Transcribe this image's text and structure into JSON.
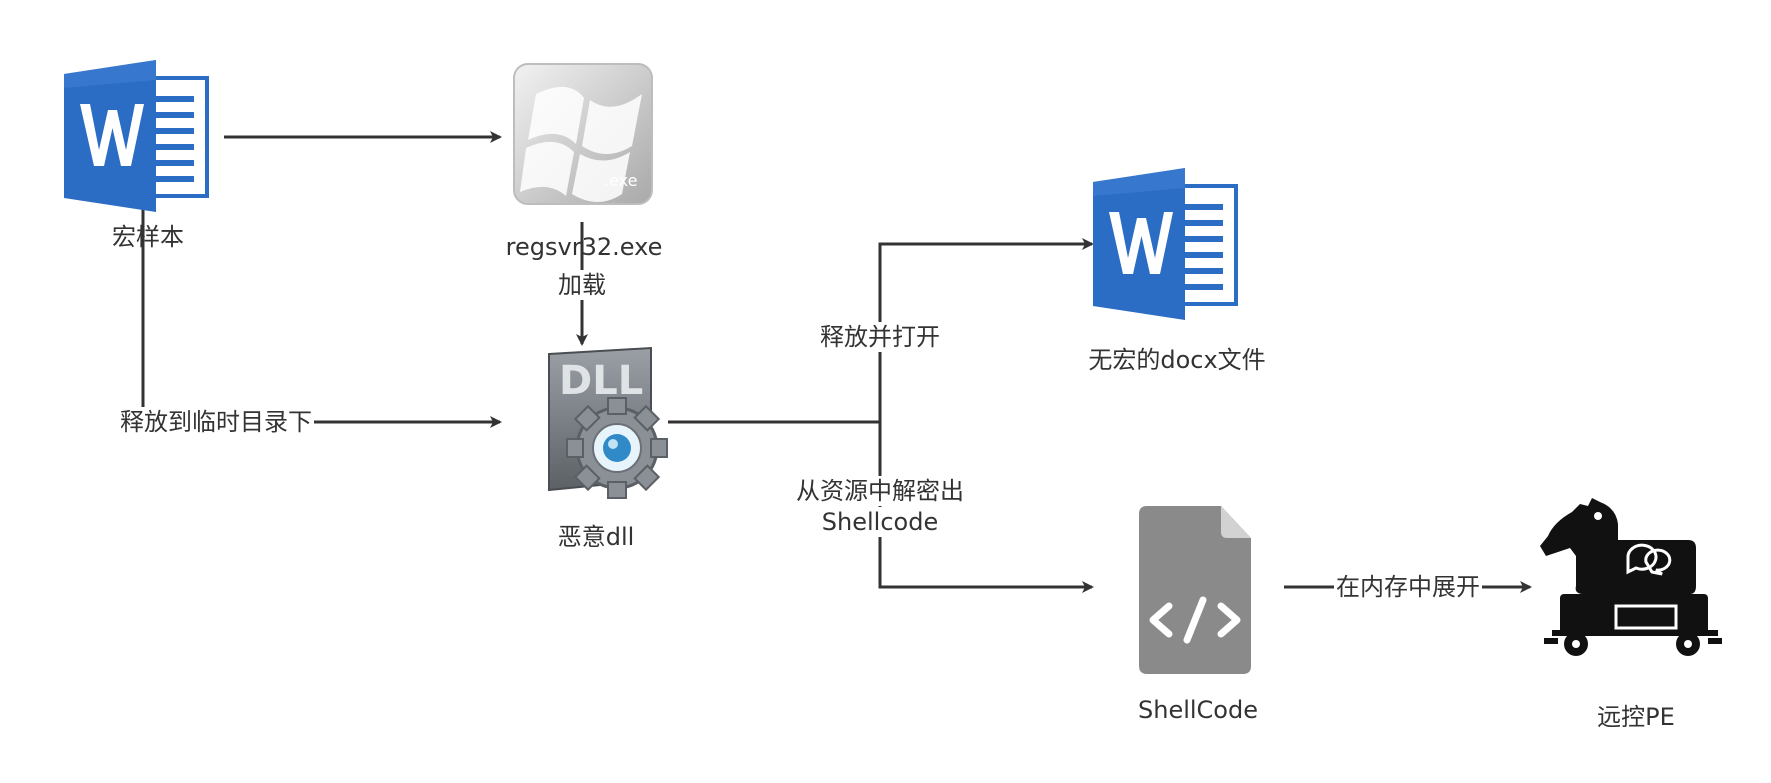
{
  "nodes": {
    "macro_sample": {
      "label": "宏样本",
      "icon": "word-document-icon"
    },
    "regsvr32": {
      "label": "regsvr32.exe",
      "icon": "windows-exe-icon",
      "exe_text": ".exe"
    },
    "malicious_dll": {
      "label": "恶意dll",
      "icon": "dll-gear-icon",
      "dll_text": "DLL"
    },
    "clean_docx": {
      "label": "无宏的docx文件",
      "icon": "word-document-icon"
    },
    "shellcode": {
      "label": "ShellCode",
      "icon": "code-file-icon"
    },
    "rat_pe": {
      "label": "远控PE",
      "icon": "trojan-horse-icon"
    }
  },
  "edges": {
    "load": "加载",
    "drop_temp": "释放到临时目录下",
    "drop_open": "释放并打开",
    "decrypt_line1": "从资源中解密出",
    "decrypt_line2": "Shellcode",
    "expand_memory": "在内存中展开"
  },
  "colors": {
    "word_blue": "#2b6cc4",
    "word_dark": "#1e4f9a",
    "line": "#333333",
    "gray_file": "#8a8a8a",
    "black": "#111111"
  }
}
